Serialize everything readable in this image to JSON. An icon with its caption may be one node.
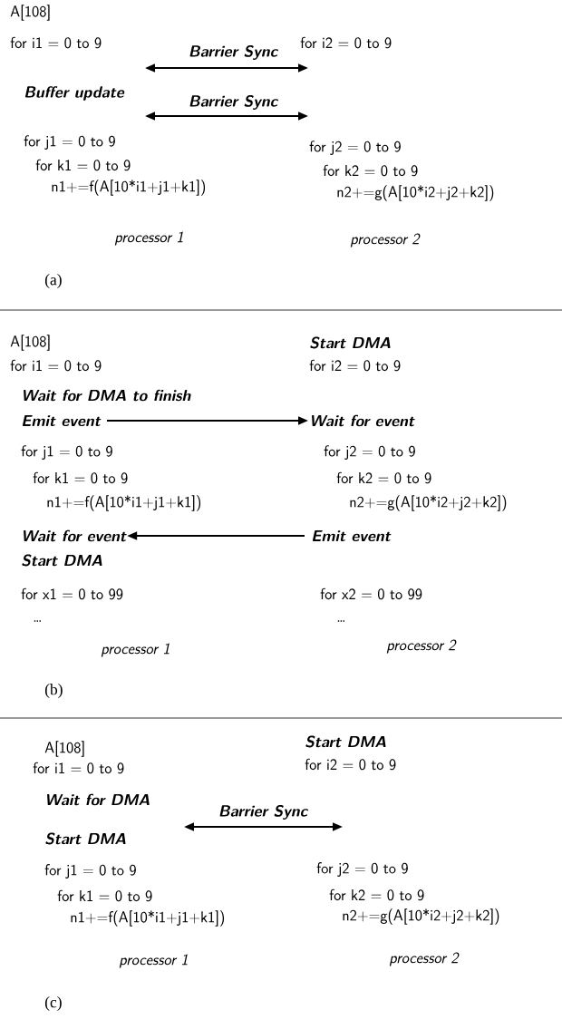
{
  "diagram": {
    "nodes": [
      {
        "text": [
          "Emit event"
        ]
      },
      {
        "text": [
          "Wait for event"
        ]
      },
      {
        "text": [
          "Emit event"
        ]
      },
      {
        "text": [
          "Wait for event"
        ]
      }
    ],
    "edges": [
      {
        "from": 0,
        "to": 1,
        "arrow": "to"
      },
      {
        "from": 2,
        "to": 3,
        "arrow": "to"
      }
    ],
    "labels": [
      "A[108]",
      "for i1 = 0 to 9",
      "Barrier Sync",
      "for i2 = 0 to 9",
      "Buffer update",
      "Barrier Sync",
      "for j1 = 0 to 9",
      "for j2 = 0 to 9",
      "for k1 = 0 to 9",
      "for k2 = 0 to 9",
      "n1+=f(A[10*i1+j1+k1])",
      "n2+=g(A[10*i2+j2+k2])",
      "processor 1",
      "processor 2",
      "(a)",
      "A[108]",
      "Start DMA",
      "for i1 = 0 to 9",
      "for i2 = 0 to 9",
      "Wait for DMA to finish",
      "for j1 = 0 to 9",
      "for j2 = 0 to 9",
      "for k1 = 0 to 9",
      "for k2 = 0 to 9",
      "n1+=f(A[10*i1+j1+k1])",
      "n2+=g(A[10*i2+j2+k2])",
      "Start DMA",
      "for x1 = 0 to 99",
      "for x2 = 0 to 99",
      "…",
      "…",
      "processor 1",
      "processor 2",
      "(b)",
      "Start DMA",
      "A[108]",
      "for i2 = 0 to 9",
      "for i1 = 0 to 9",
      "Wait for DMA",
      "Barrier Sync",
      "Start DMA",
      "for j2 = 0 to 9",
      "for j1 = 0 to 9",
      "for k2 = 0 to 9",
      "for k1 = 0 to 9",
      "n2+=g(A[10*i2+j2+k2])",
      "n1+=f(A[10*i1+j1+k1])",
      "processor 2",
      "processor 1",
      "(c)"
    ]
  }
}
